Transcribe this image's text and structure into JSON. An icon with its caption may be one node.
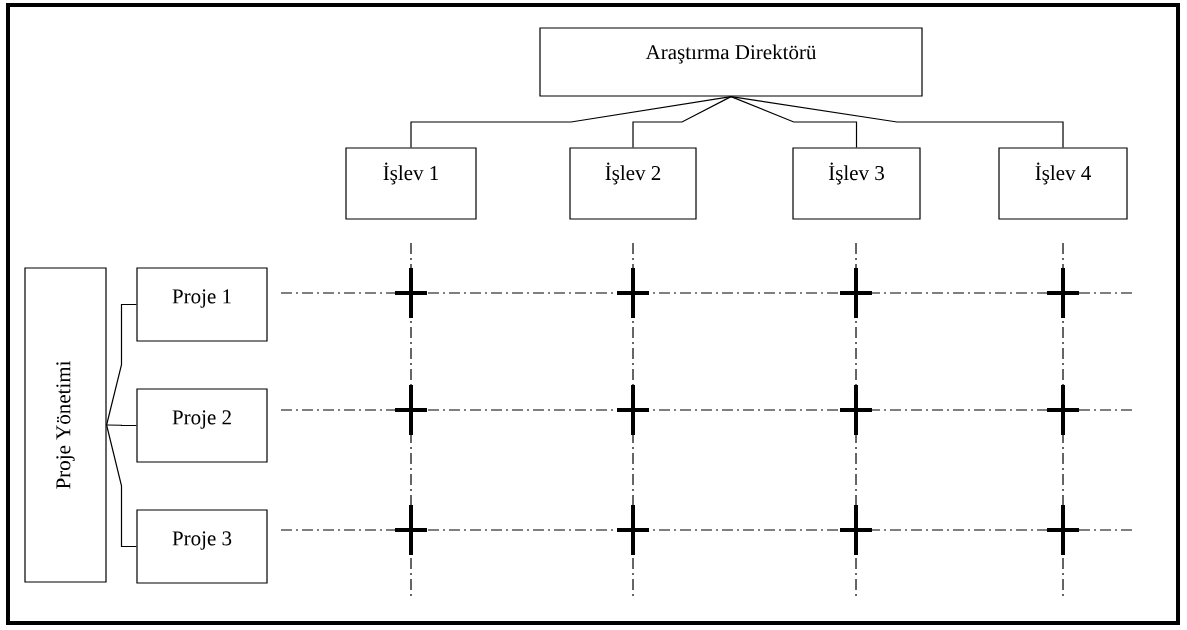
{
  "diagram": {
    "nodes": [
      {
        "text": [
          "Araştırma Direktörü"
        ]
      },
      {
        "text": [
          "İşlev 1"
        ]
      },
      {
        "text": [
          "İşlev 2"
        ]
      },
      {
        "text": [
          "İşlev 3"
        ]
      },
      {
        "text": [
          "İşlev 4"
        ]
      },
      {
        "text": [
          "Proje Yönetimi"
        ]
      },
      {
        "text": [
          "Proje 1"
        ]
      },
      {
        "text": [
          "Proje 2"
        ]
      },
      {
        "text": [
          "Proje 3"
        ]
      }
    ],
    "edges": [
      {
        "from": 0,
        "to": 1,
        "arrow": "none"
      },
      {
        "from": 0,
        "to": 2,
        "arrow": "none"
      },
      {
        "from": 0,
        "to": 3,
        "arrow": "none"
      },
      {
        "from": 0,
        "to": 4,
        "arrow": "none"
      },
      {
        "from": 5,
        "to": 6,
        "arrow": "none"
      },
      {
        "from": 5,
        "to": 7,
        "arrow": "none"
      },
      {
        "from": 5,
        "to": 8,
        "arrow": "none"
      }
    ]
  }
}
